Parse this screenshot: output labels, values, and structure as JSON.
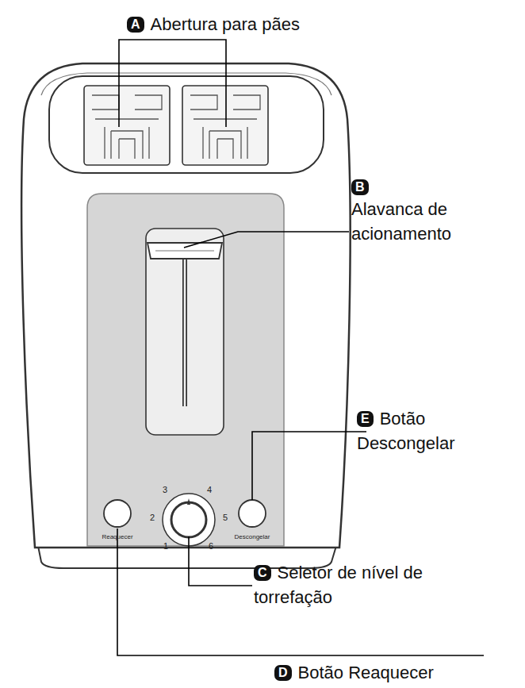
{
  "diagram": {
    "nodes": [
      {
        "text": [
          "A",
          "Abertura para pães"
        ]
      },
      {
        "text": [
          "B",
          "Alavanca de acionamento"
        ]
      },
      {
        "text": [
          "E",
          "Botão Descongelar"
        ]
      },
      {
        "text": [
          "C",
          "Seletor de nível de torrefação"
        ]
      },
      {
        "text": [
          "D",
          "Botão Reaquecer"
        ]
      }
    ],
    "labels": [
      "3",
      "4",
      "2",
      "5",
      "1",
      "6",
      "Reaquecer",
      "Descongelar"
    ]
  }
}
